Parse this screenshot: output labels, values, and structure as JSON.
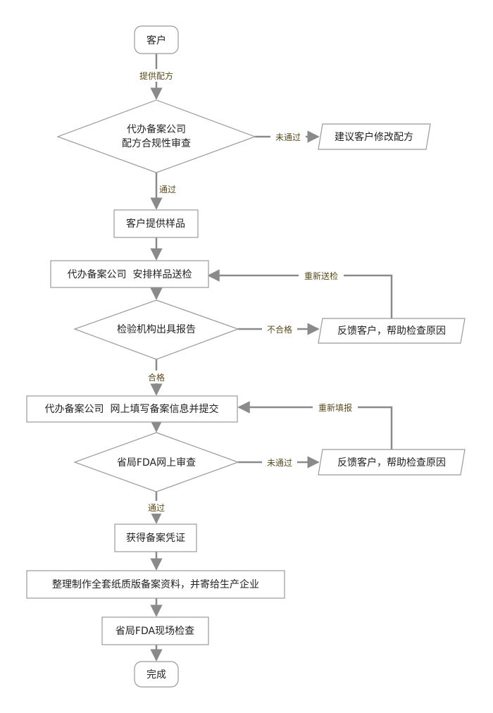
{
  "nodes": {
    "start": "客户",
    "review_line1": "代办备案公司",
    "review_line2": "配方合规性审查",
    "suggest": "建议客户修改配方",
    "samples": "客户提供样品",
    "arrange": "代办备案公司  安排样品送检",
    "inspect": "检验机构出具报告",
    "feedback1": "反馈客户，帮助检查原因",
    "fill_online": "代办备案公司  网上填写备案信息并提交",
    "fda_review": "省局FDA网上审查",
    "feedback2": "反馈客户，帮助检查原因",
    "certificate": "获得备案凭证",
    "organize": "整理制作全套纸质版备案资料，并寄给生产企业",
    "onsite": "省局FDA现场检查",
    "end": "完成"
  },
  "labels": {
    "provide_formula": "提供配方",
    "not_passed_1": "未通过",
    "passed_1": "通过",
    "resend": "重新送检",
    "unqualified": "不合格",
    "qualified": "合格",
    "refill": "重新填报",
    "not_passed_2": "未通过",
    "passed_2": "通过"
  },
  "colors": {
    "line": "#8a8a8a",
    "box_border": "#999999",
    "text": "#222222",
    "label_text": "#5a4a1a"
  }
}
